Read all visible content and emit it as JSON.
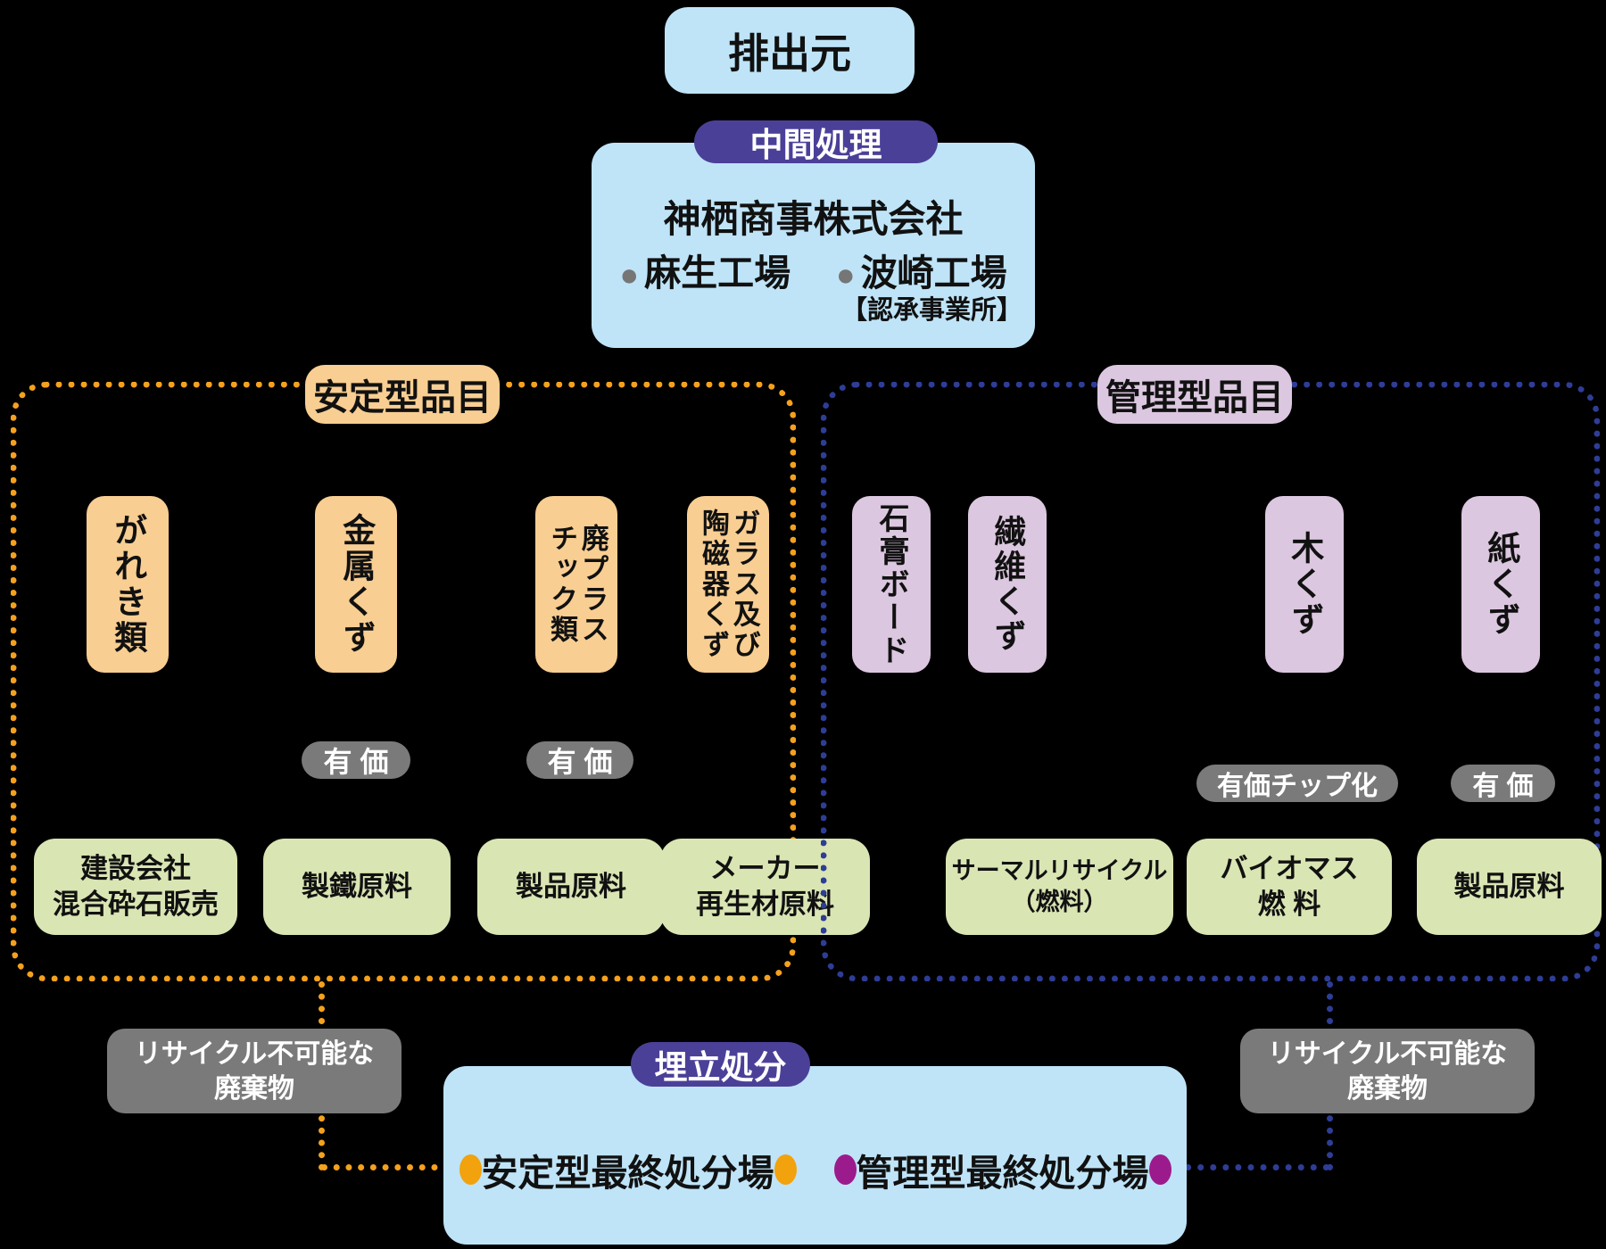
{
  "colors": {
    "light_blue": "#BFE4F8",
    "dark_purple": "#4B4098",
    "orange_dotted": "#F5A11D",
    "light_orange": "#F8CE92",
    "navy_dotted": "#2E3D96",
    "light_purple": "#DCC7E0",
    "green": "#D9E5B3",
    "gray": "#7A7A7A",
    "magenta": "#9C1B8C"
  },
  "source": {
    "label": "排出元"
  },
  "intermediate": {
    "badge": "中間処理",
    "company": "神栖商事株式会社",
    "factory1": "麻生工場",
    "factory2": "波崎工場",
    "note": "【認承事業所】"
  },
  "stable": {
    "badge": "安定型品目",
    "items": {
      "gareki": "がれき類",
      "kinzoku": "金属くず",
      "haipura": "廃プラス\nチック類",
      "glass": "ガラス及び\n陶磁器くず"
    },
    "value_badges": {
      "kinzoku": "有 価",
      "haipura": "有 価"
    },
    "outlets": {
      "kensetsu": "建設会社\n混合砕石販売",
      "seitetsu": "製鐵原料",
      "seihin": "製品原料",
      "maker": "メーカー\n再生材原料"
    }
  },
  "managed": {
    "badge": "管理型品目",
    "items": {
      "sekkou": "石膏ボード",
      "seni": "繊維くず",
      "ki": "木くず",
      "kami": "紙くず"
    },
    "value_badges": {
      "chip": "有価チップ化",
      "yuka": "有 価"
    },
    "outlets": {
      "thermal": "サーマルリサイクル\n（燃料）",
      "biomass": "バイオマス\n燃 料",
      "seihin": "製品原料"
    }
  },
  "nonrecyclable": {
    "left": "リサイクル不可能な\n廃棄物",
    "right": "リサイクル不可能な\n廃棄物"
  },
  "landfill": {
    "badge": "埋立処分",
    "stable_site": "安定型最終処分場",
    "managed_site": "管理型最終処分場"
  }
}
